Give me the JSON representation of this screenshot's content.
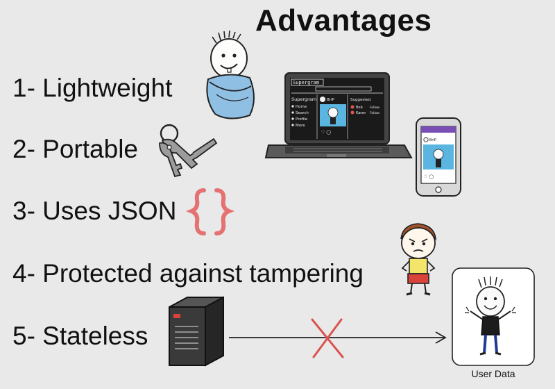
{
  "title": "Advantages",
  "items": [
    {
      "label": "1- Lightweight",
      "icon": "baby-icon"
    },
    {
      "label": "2- Portable",
      "icon": "keys-icon"
    },
    {
      "label": "3- Uses JSON",
      "icon": "curly-braces-icon"
    },
    {
      "label": "4- Protected against tampering",
      "icon": "angry-boy-icon"
    },
    {
      "label": "5- Stateless",
      "icon": "server-icon"
    }
  ],
  "laptop": {
    "brand": "Supergram",
    "nav": [
      "Home",
      "Search",
      "Profile",
      "More"
    ],
    "suggested_label": "Suggested",
    "post_user": "BriP",
    "suggestions": [
      "Bob",
      "Karen"
    ],
    "follow": "Follow"
  },
  "phone": {
    "post_user": "BriP"
  },
  "user_data_label": "User Data",
  "colors": {
    "background": "#e9e9e9",
    "text": "#111111",
    "braces": "#e57272",
    "cross": "#d9534f",
    "baby_blanket": "#8fbfe3",
    "screen": "#5ab6e0"
  }
}
